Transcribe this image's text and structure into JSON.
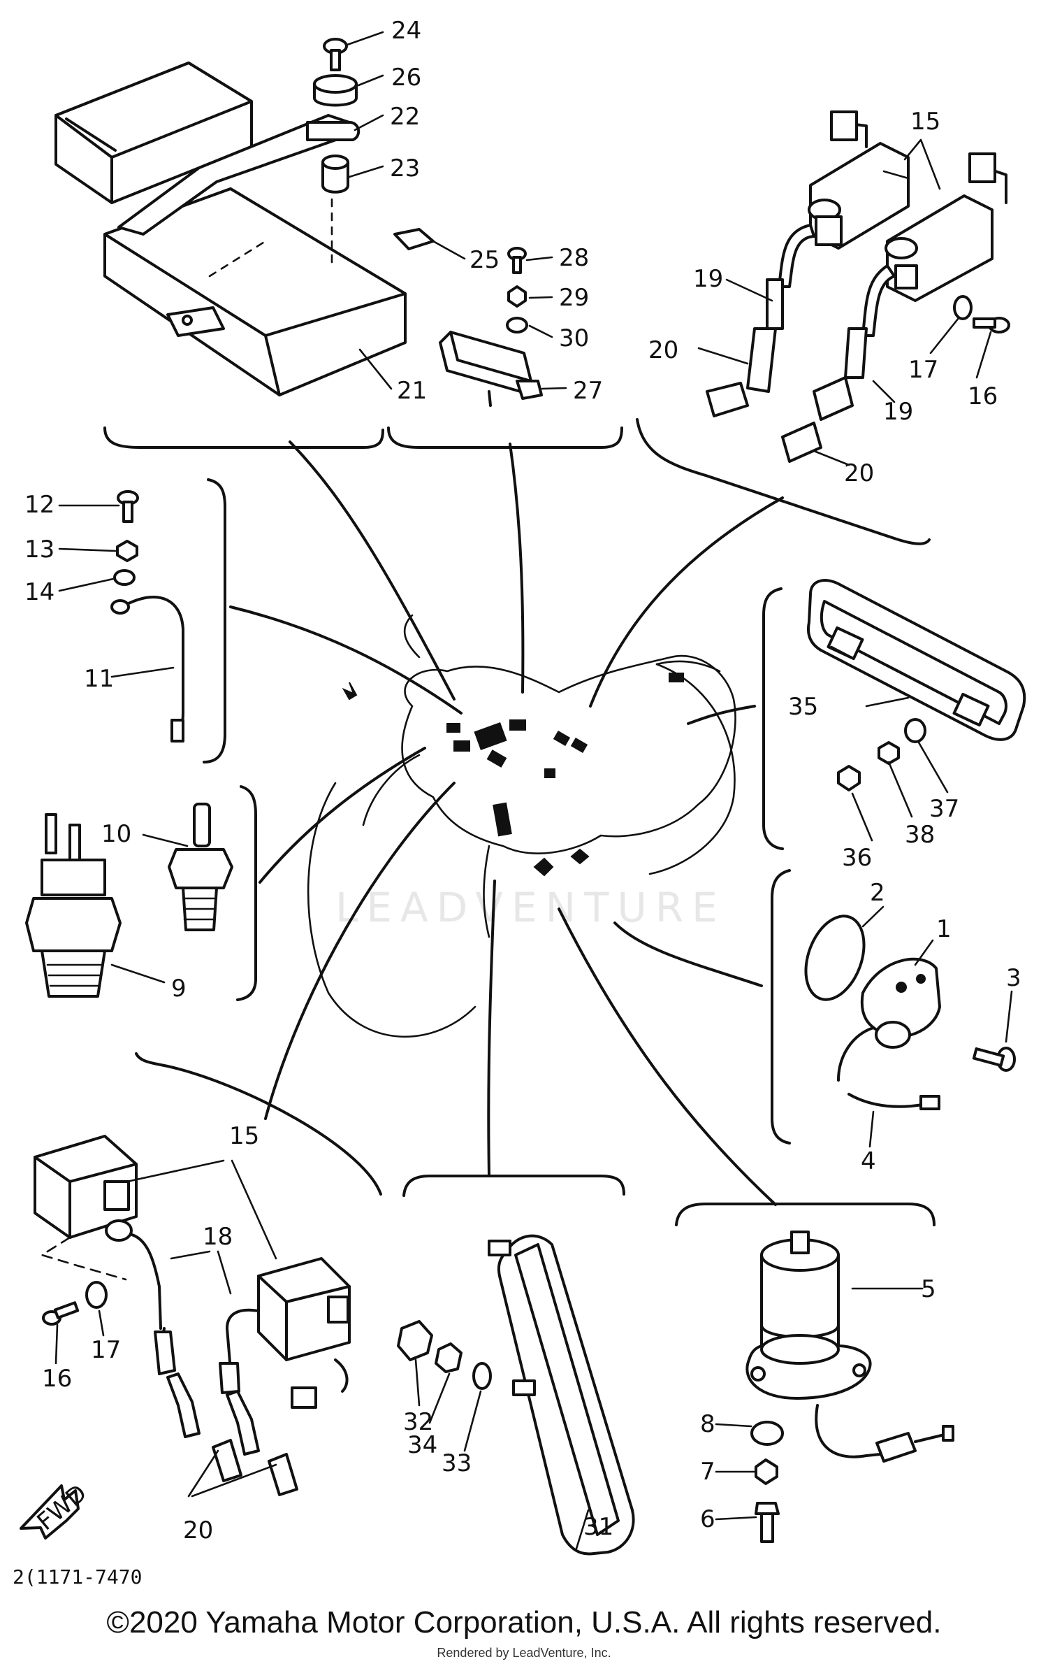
{
  "labels": {
    "p1": "1",
    "p2": "2",
    "p3": "3",
    "p4": "4",
    "p5": "5",
    "p6": "6",
    "p7": "7",
    "p8": "8",
    "p9": "9",
    "p10": "10",
    "p11": "11",
    "p12": "12",
    "p13": "13",
    "p14": "14",
    "p15a": "15",
    "p15b": "15",
    "p16a": "16",
    "p16b": "16",
    "p17a": "17",
    "p17b": "17",
    "p18": "18",
    "p19a": "19",
    "p19b": "19",
    "p20a": "20",
    "p20b": "20",
    "p20c": "20",
    "p21": "21",
    "p22": "22",
    "p23": "23",
    "p24": "24",
    "p25": "25",
    "p26": "26",
    "p27": "27",
    "p28": "28",
    "p29": "29",
    "p30": "30",
    "p31": "31",
    "p32": "32",
    "p33": "33",
    "p34": "34",
    "p35": "35",
    "p36": "36",
    "p37": "37",
    "p38": "38"
  },
  "fwd": "FWD",
  "drawing_code": "2(1171-7470",
  "watermark": "LEADVENTURE",
  "copyright": "©2020 Yamaha Motor Corporation, U.S.A. All rights reserved.",
  "rendered_by": "Rendered by LeadVenture, Inc."
}
